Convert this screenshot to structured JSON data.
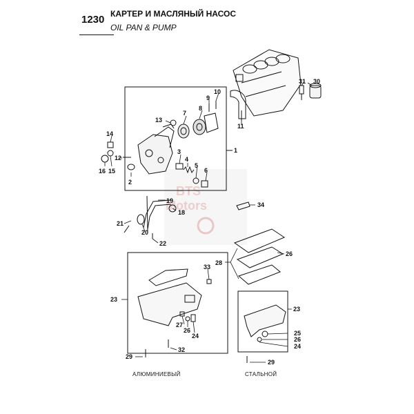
{
  "header": {
    "page_number": "1230",
    "title_ru": "КАРТЕР И МАСЛЯНЫЙ НАСОС",
    "title_en": "OIL PAN & PUMP"
  },
  "watermark": {
    "line1": "BTS",
    "line2": "Motors"
  },
  "captions": {
    "aluminum": "АЛЮМИНИЕВЫЙ",
    "steel": "СТАЛЬНОЙ"
  },
  "callouts": {
    "c1": "1",
    "c2": "2",
    "c3": "3",
    "c4": "4",
    "c5": "5",
    "c6": "6",
    "c7": "7",
    "c8": "8",
    "c9": "9",
    "c10": "10",
    "c11": "11",
    "c12": "12",
    "c13": "13",
    "c14": "14",
    "c15": "15",
    "c16": "16",
    "c18": "18",
    "c19": "19",
    "c20": "20",
    "c21": "21",
    "c22": "22",
    "c23a": "23",
    "c23b": "23",
    "c24a": "24",
    "c24b": "24",
    "c25": "25",
    "c26a": "26",
    "c26b": "26",
    "c26c": "26",
    "c27": "27",
    "c28": "28",
    "c29a": "29",
    "c29b": "29",
    "c30": "30",
    "c31": "31",
    "c32": "32",
    "c33": "33",
    "c34": "34"
  }
}
